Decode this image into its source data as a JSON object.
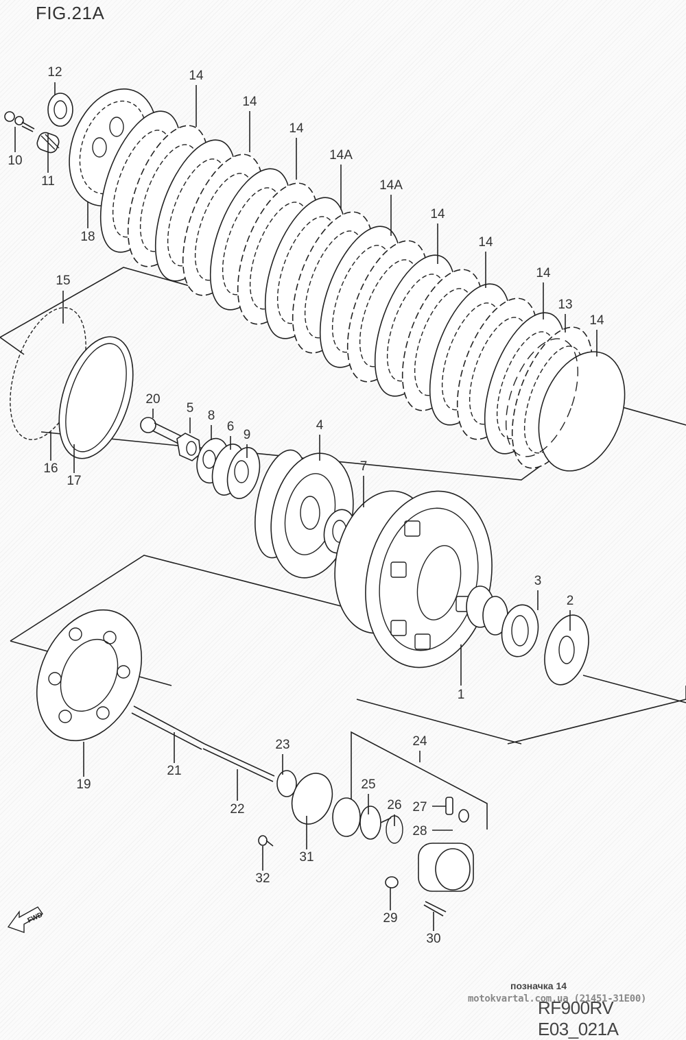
{
  "figure": {
    "title": "FIG.21A",
    "drawing_code": "RF900RV E03_021A",
    "caption": "позначка 14",
    "watermark": "motokvartal.com.ua (21451-31E00)",
    "fwd_label": "FWD"
  },
  "callouts": [
    {
      "id": "12",
      "label": "12"
    },
    {
      "id": "10",
      "label": "10"
    },
    {
      "id": "11",
      "label": "11"
    },
    {
      "id": "18",
      "label": "18"
    },
    {
      "id": "14a",
      "label": "14"
    },
    {
      "id": "14b",
      "label": "14"
    },
    {
      "id": "14c",
      "label": "14"
    },
    {
      "id": "14A1",
      "label": "14A"
    },
    {
      "id": "14A2",
      "label": "14A"
    },
    {
      "id": "14d",
      "label": "14"
    },
    {
      "id": "14e",
      "label": "14"
    },
    {
      "id": "14f",
      "label": "14"
    },
    {
      "id": "13",
      "label": "13"
    },
    {
      "id": "14g",
      "label": "14"
    },
    {
      "id": "15",
      "label": "15"
    },
    {
      "id": "16",
      "label": "16"
    },
    {
      "id": "17",
      "label": "17"
    },
    {
      "id": "20",
      "label": "20"
    },
    {
      "id": "5",
      "label": "5"
    },
    {
      "id": "8",
      "label": "8"
    },
    {
      "id": "6",
      "label": "6"
    },
    {
      "id": "9",
      "label": "9"
    },
    {
      "id": "4",
      "label": "4"
    },
    {
      "id": "7",
      "label": "7"
    },
    {
      "id": "3",
      "label": "3"
    },
    {
      "id": "2",
      "label": "2"
    },
    {
      "id": "1",
      "label": "1"
    },
    {
      "id": "19",
      "label": "19"
    },
    {
      "id": "21",
      "label": "21"
    },
    {
      "id": "22",
      "label": "22"
    },
    {
      "id": "23",
      "label": "23"
    },
    {
      "id": "24",
      "label": "24"
    },
    {
      "id": "25",
      "label": "25"
    },
    {
      "id": "26",
      "label": "26"
    },
    {
      "id": "27",
      "label": "27"
    },
    {
      "id": "28",
      "label": "28"
    },
    {
      "id": "31",
      "label": "31"
    },
    {
      "id": "32",
      "label": "32"
    },
    {
      "id": "29",
      "label": "29"
    },
    {
      "id": "30",
      "label": "30"
    }
  ]
}
